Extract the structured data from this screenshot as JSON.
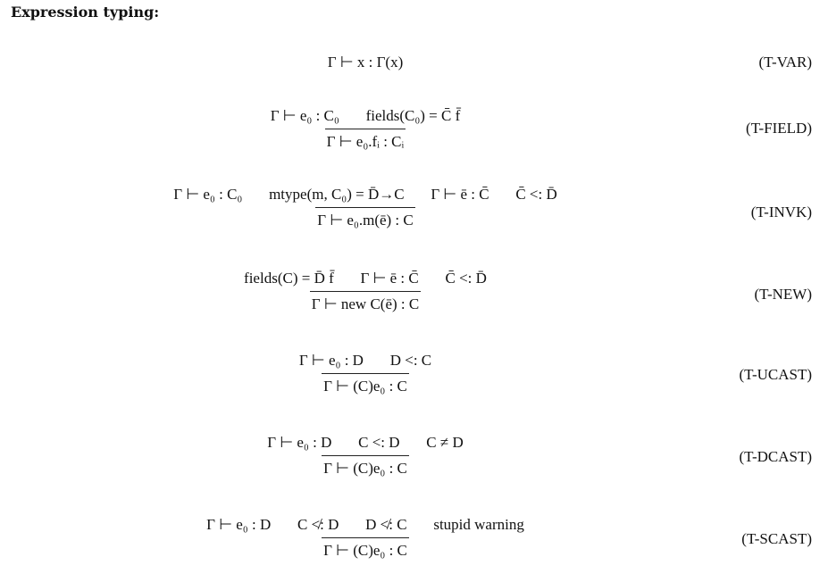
{
  "section_title": "Expression typing:",
  "rules": [
    {
      "name": "(T-VAR)",
      "axiom": "Γ ⊢ x : Γ(x)"
    },
    {
      "name": "(T-FIELD)",
      "premise": "Γ ⊢ e₀ : C₀       fields(C₀) = C̄ f̄",
      "conclusion": "Γ ⊢ e₀.fᵢ : Cᵢ"
    },
    {
      "name": "(T-INVK)",
      "premise": "Γ ⊢ e₀ : C₀       mtype(m, C₀) = D̄→C       Γ ⊢ ē : C̄       C̄ <: D̄",
      "conclusion": "Γ ⊢ e₀.m(ē) : C"
    },
    {
      "name": "(T-NEW)",
      "premise": "fields(C) = D̄ f̄       Γ ⊢ ē : C̄       C̄ <: D̄",
      "conclusion": "Γ ⊢ new C(ē) : C"
    },
    {
      "name": "(T-UCAST)",
      "premise": "Γ ⊢ e₀ : D       D <: C",
      "conclusion": "Γ ⊢ (C)e₀ : C"
    },
    {
      "name": "(T-DCAST)",
      "premise": "Γ ⊢ e₀ : D       C <: D       C ≠ D",
      "conclusion": "Γ ⊢ (C)e₀ : C"
    },
    {
      "name": "(T-SCAST)",
      "premise": "Γ ⊢ e₀ : D       C ≮: D       D ≮: C       stupid warning",
      "conclusion": "Γ ⊢ (C)e₀ : C"
    }
  ]
}
